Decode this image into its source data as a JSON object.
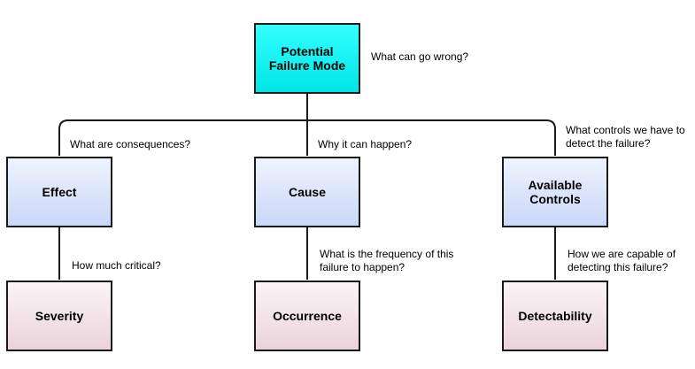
{
  "nodes": {
    "failure_mode": "Potential\nFailure Mode",
    "effect": "Effect",
    "cause": "Cause",
    "controls": "Available\nControls",
    "severity": "Severity",
    "occurrence": "Occurrence",
    "detectability": "Detectability"
  },
  "questions": {
    "failure_mode": "What can go wrong?",
    "effect": "What are consequences?",
    "cause": "Why it can happen?",
    "controls": "What controls we have to\ndetect the failure?",
    "severity": "How much critical?",
    "occurrence": "What is the frequency of this\nfailure to happen?",
    "detectability": "How we are capable of\ndetecting this failure?"
  },
  "colors": {
    "line": "#1a1a1a",
    "root_fill": "#00ffff",
    "mid_fill": "#dae5fb",
    "bottom_fill": "#f3e3e9"
  }
}
